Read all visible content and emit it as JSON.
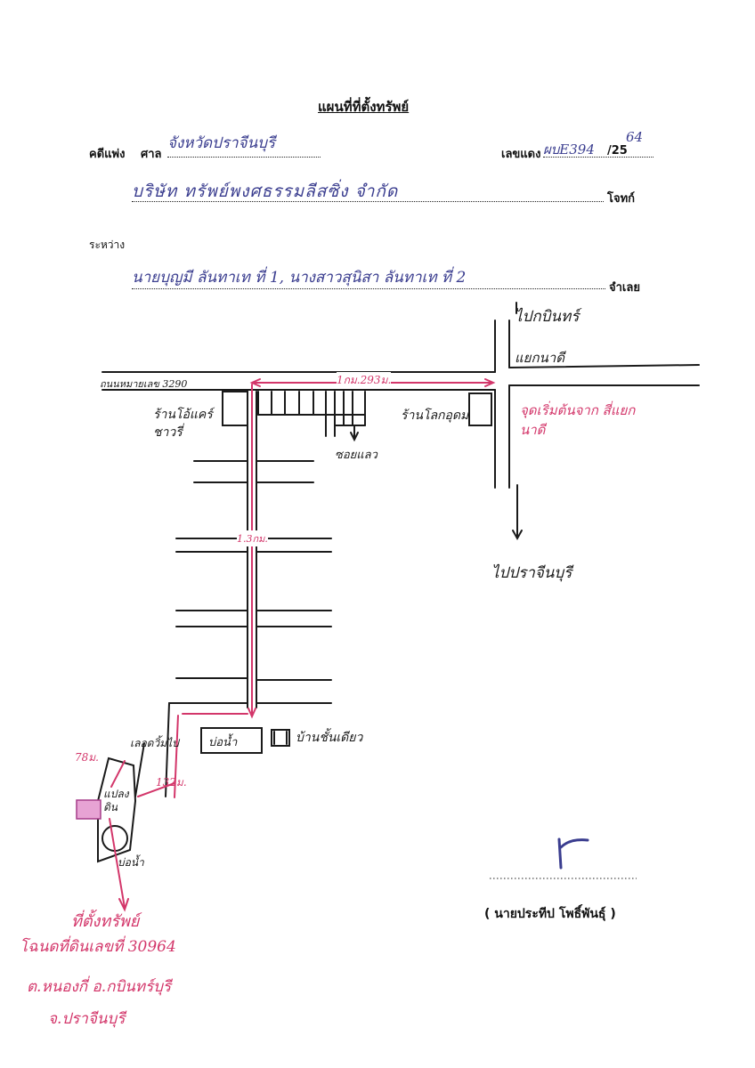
{
  "document": {
    "title": "แผนที่ที่ตั้งทรัพย์",
    "case_label": "คดีแพ่ง",
    "court_label": "ศาล",
    "court_value": "จังหวัดปราจีนบุรี",
    "red_no_label": "เลขแดง",
    "red_no_value": "ผบE394",
    "red_no_year_prefix": "/25",
    "red_no_year": "64",
    "plaintiff_value": "บริษัท ทรัพย์พงศธรรมลีสซิ่ง จำกัด",
    "plaintiff_label": "โจทก์",
    "between_label": "ระหว่าง",
    "defendant_value": "นายบุญมี ลันทาเท ที่ 1, นางสาวสุนิสา ลันทาเท ที่ 2",
    "defendant_label": "จำเลย",
    "signature_mark": "ɾ",
    "signer_name": "( นายประทีป   โพธิ์พันธุ์ )"
  },
  "map": {
    "road_label": "ถนนหมายเลข 3290",
    "distance_main": "1กม.293ม.",
    "distance_soi": "1.3กม.",
    "distance_left": "78ม.",
    "distance_bottom": "132ม.",
    "to_top": "ไปกบินทร์",
    "junction": "แยกนาดี",
    "to_bottom": "ไปปราจีนบุรี",
    "start_point": "จุดเริ่มต้นจาก สี่แยกนาดี",
    "shop_left": "ร้านโอ้แคร์ ชาวรี่",
    "shop_mid": "ร้านโลกอุดม",
    "soi_bottom": "ซอยแลว",
    "pond": "บ่อน้ำ",
    "house": "บ้านชั้นเดียว",
    "dead_end": "เลอดวิ้มไป",
    "land_label": "แปลงดิน",
    "pond_small": "บ่อน้ำ",
    "property_line1": "ที่ตั้งทรัพย์",
    "property_line2": "โฉนดที่ดินเลขที่ 30964",
    "property_line3": "ต.หนองกี่ อ.กบินทร์บุรี",
    "property_line4": "จ.ปราจีนบุรี"
  },
  "colors": {
    "ink": "#1a1a1a",
    "blue_pen": "#3a3d8f",
    "red_pen": "#d3366a",
    "pink_fill": "#e7a3d4"
  }
}
